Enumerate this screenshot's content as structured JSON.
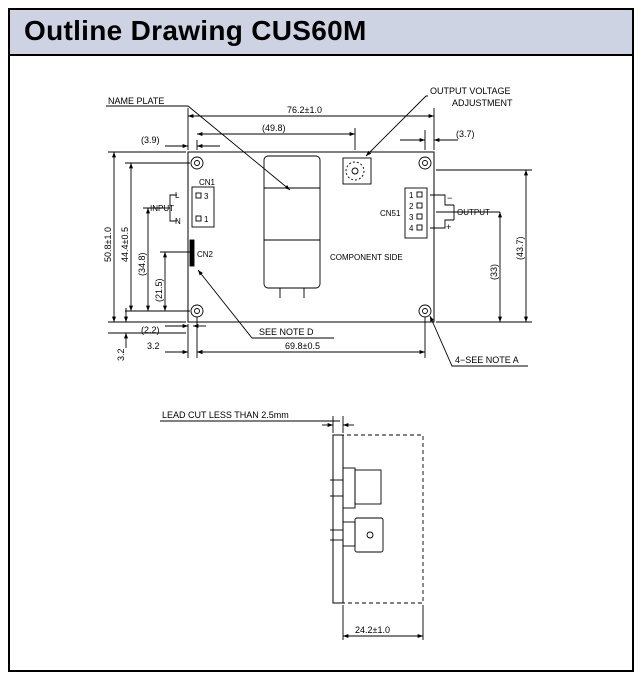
{
  "title": "Outline Drawing CUS60M",
  "labels": {
    "name_plate": "NAME PLATE",
    "output_voltage_1": "OUTPUT VOLTAGE",
    "output_voltage_2": "ADJUSTMENT",
    "dim_76": "76.2±1.0",
    "dim_49": "(49.8)",
    "dim_39": "(3.9)",
    "dim_37": "(3.7)",
    "cn1": "CN1",
    "input": "INPUT",
    "L": "L",
    "N": "N",
    "pin3": "3",
    "pin1": "1",
    "cn2": "CN2",
    "cn51": "CN51",
    "output": "OUTPUT",
    "minus": "−",
    "plus": "+",
    "p1": "1",
    "p2": "2",
    "p3": "3",
    "p4": "4",
    "component_side": "COMPONENT SIDE",
    "dim_508": "50.8±1.0",
    "dim_444": "44.4±0.5",
    "dim_348": "(34.8)",
    "dim_215": "(21.5)",
    "dim_33": "(33)",
    "dim_437": "(43.7)",
    "dim_22": "(2.2)",
    "see_note_d": "SEE NOTE D",
    "dim_32v": "3.2",
    "dim_32h": "3.2",
    "dim_698": "69.8±0.5",
    "see_note_a": "4−SEE NOTE A",
    "lead_cut": "LEAD CUT LESS THAN 2.5mm",
    "dim_242": "24.2±1.0"
  }
}
